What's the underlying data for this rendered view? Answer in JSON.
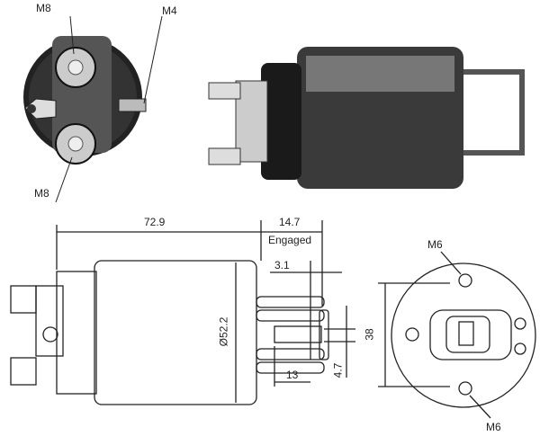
{
  "labels": {
    "m8_top": "M8",
    "m4": "M4",
    "m8_bottom": "M8",
    "length": "72.9",
    "stroke": "14.7",
    "engaged": "Engaged",
    "dim_3_1": "3.1",
    "diameter": "Ø52.2",
    "dim_13": "13",
    "dim_4_7": "4.7",
    "dim_38": "38",
    "m6_top": "M6",
    "m6_bottom": "M6"
  }
}
